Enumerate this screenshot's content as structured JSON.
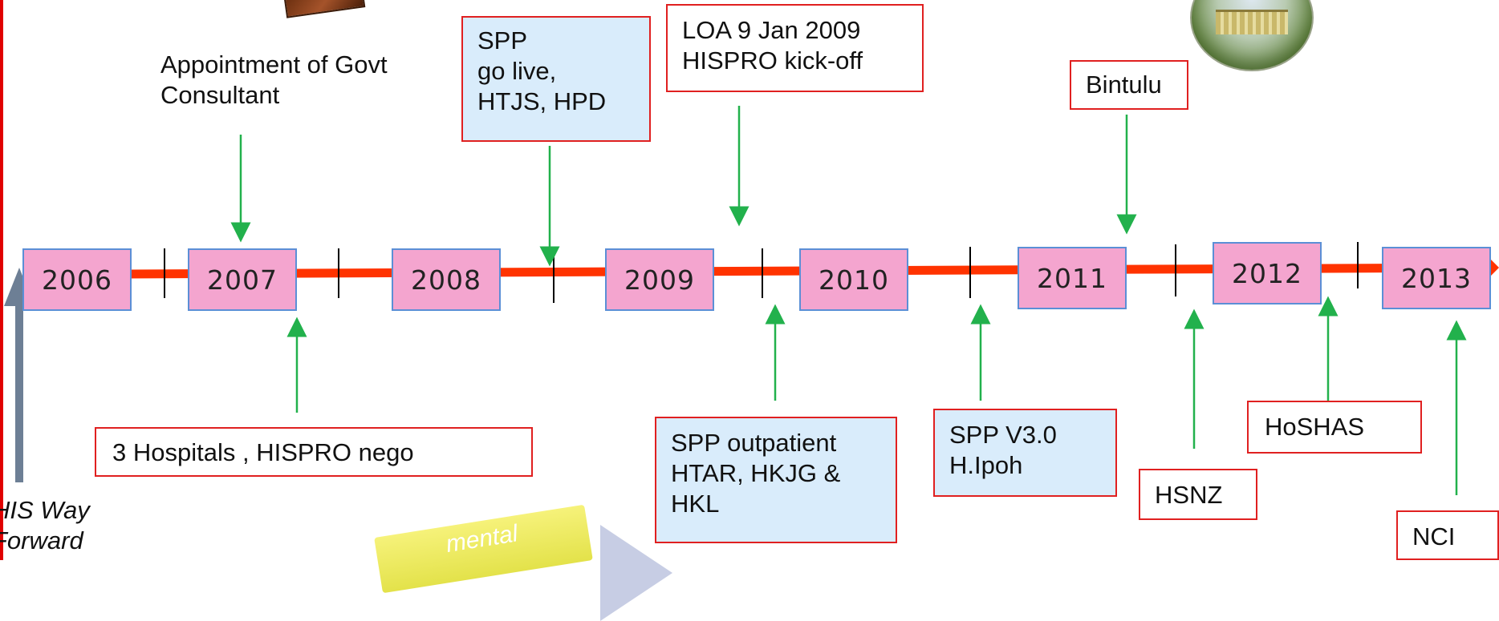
{
  "years": [
    "2006",
    "2007",
    "2008",
    "2009",
    "2010",
    "2011",
    "2012",
    "2013"
  ],
  "events_above": [
    {
      "text": "Appointment of Govt\nConsultant"
    },
    {
      "text": "SPP\ngo live,\nHTJS, HPD"
    },
    {
      "text": "LOA  9 Jan 2009\nHISPRO kick-off"
    },
    {
      "text": "Bintulu"
    }
  ],
  "events_below": [
    {
      "text": "3 Hospitals , HISPRO nego"
    },
    {
      "text": "SPP  outpatient\nHTAR, HKJG &\nHKL"
    },
    {
      "text": "SPP V3.0\nH.Ipoh"
    },
    {
      "text": "HSNZ"
    },
    {
      "text": "HoSHAS"
    },
    {
      "text": "NCI"
    }
  ],
  "way_forward": "HIS Way\nForward",
  "sticker_text": "mental",
  "colors": {
    "timeline": "#ff3300",
    "year_fill": "#f4a5cf",
    "year_border": "#5b8fd6",
    "box_border": "#e02020",
    "blue_fill": "#d9ecfb",
    "arrow_green": "#22b14c",
    "arrow_grey": "#6d7f95"
  },
  "icons": [
    "left-photo",
    "hospital-photo"
  ]
}
